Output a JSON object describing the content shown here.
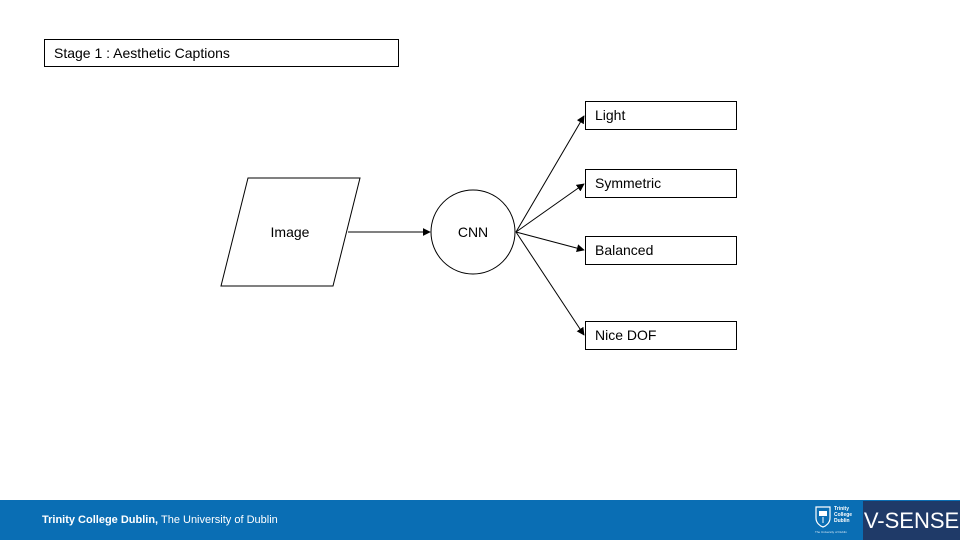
{
  "title": "Stage 1 : Aesthetic Captions",
  "nodes": {
    "input": "Image",
    "model": "CNN"
  },
  "outputs": [
    "Light",
    "Symmetric",
    "Balanced",
    "Nice DOF"
  ],
  "footer": {
    "institution": "Trinity College Dublin,",
    "subtitle": "The University of Dublin",
    "crest_lines": [
      "Trinity",
      "College",
      "Dublin"
    ],
    "crest_caption": "The University of Dublin",
    "brand": "V-SENSE"
  },
  "colors": {
    "footer_bg": "#0a6eb4",
    "brand_bg": "#1f3a68",
    "stroke": "#000000"
  }
}
